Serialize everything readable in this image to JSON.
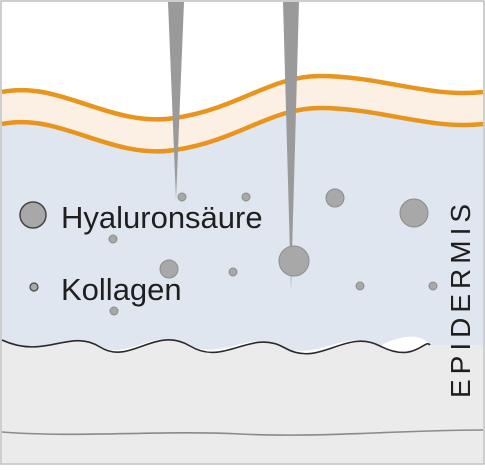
{
  "diagram": {
    "side_label": "EPIDERMIS",
    "legend": {
      "large_particle_label": "Hyaluronsäure",
      "small_particle_label": "Kollagen"
    },
    "colors": {
      "orange_line": "#e8951e",
      "orange_fill": "#fcefe3",
      "epidermis_fill": "#dfe6ef",
      "lower_fill": "#ebebeb",
      "particle_gray": "#a8a8a8",
      "needle_gray": "#9a9a9a",
      "outline": "#2a2a2a"
    },
    "icons": [
      "needle-icon",
      "needle-icon"
    ]
  }
}
